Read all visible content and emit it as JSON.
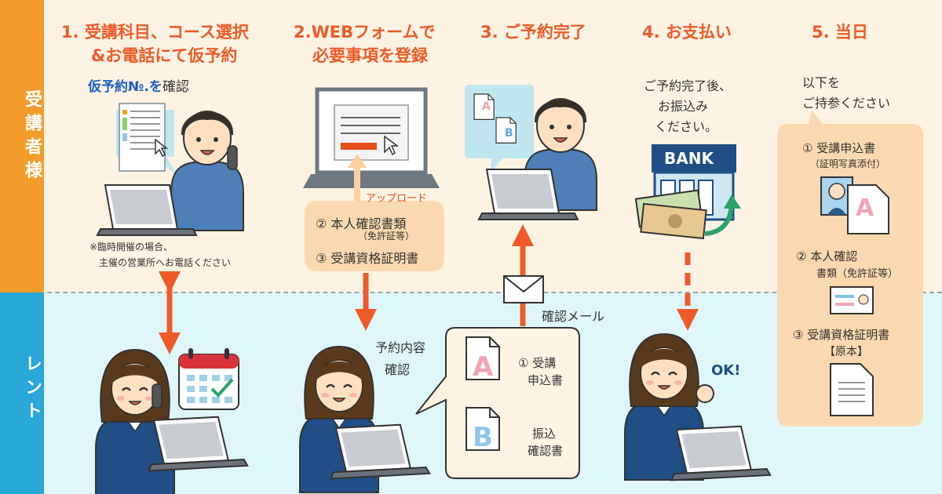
{
  "sidebar": {
    "top_label": "受講者様",
    "bottom_label": "レント"
  },
  "steps": [
    {
      "line1": "1. 受講科目、コース選択",
      "line2": "&お電話にて仮予約"
    },
    {
      "line1": "2.WEBフォームで",
      "line2": "必要事項を登録"
    },
    {
      "line1": "3. ご予約完了"
    },
    {
      "line1": "4. お支払い"
    },
    {
      "line1": "5. 当日"
    }
  ],
  "step1": {
    "caption_blue": "仮予約№.を",
    "caption_rest": "確認",
    "note_line1": "※臨時開催の場合、",
    "note_line2": "主催の営業所へお電話ください"
  },
  "step2": {
    "upload_label": "アップロード",
    "doc_item1": "② 本人確認書類",
    "doc_item1_sub": "（免許証等）",
    "doc_item2": "③ 受講資格証明書",
    "confirm_line1": "予約内容",
    "confirm_line2": "確認",
    "form_letter_a": "A",
    "form_letter_b": "B",
    "form_a_line1": "① 受講",
    "form_a_line2": "申込書",
    "form_b_line1": "振込",
    "form_b_line2": "確認書"
  },
  "step3": {
    "mail_label": "確認メール",
    "letter_a": "A",
    "letter_b": "B"
  },
  "step4": {
    "msg_line1": "ご予約完了後、",
    "msg_line2": "お振込み",
    "msg_line3": "ください。",
    "bank_label": "BANK",
    "ok_label": "OK!"
  },
  "step5": {
    "msg_line1": "以下を",
    "msg_line2": "ご持参ください",
    "item1": "① 受講申込書",
    "item1_sub": "（証明写真添付）",
    "item1_letter": "A",
    "item2_line1": "② 本人確認",
    "item2_line2": "書類（免許証等）",
    "item3": "③ 受講資格証明書",
    "item3_sub": "【原本】"
  },
  "colors": {
    "orange": "#f39c2c",
    "step_title": "#f05a28",
    "arrow": "#f05a28",
    "blue_side": "#2aa8d8",
    "top_bg": "#fdf3e2",
    "bottom_bg": "#dff6f8",
    "peach_box": "#fbd9b0",
    "navy": "#1e4e86"
  },
  "icons": [
    "phone-icon",
    "laptop-icon",
    "calendar-icon",
    "cursor-icon",
    "envelope-icon",
    "bank-icon",
    "banknote-icon",
    "document-icon",
    "id-card-icon",
    "photo-icon"
  ]
}
